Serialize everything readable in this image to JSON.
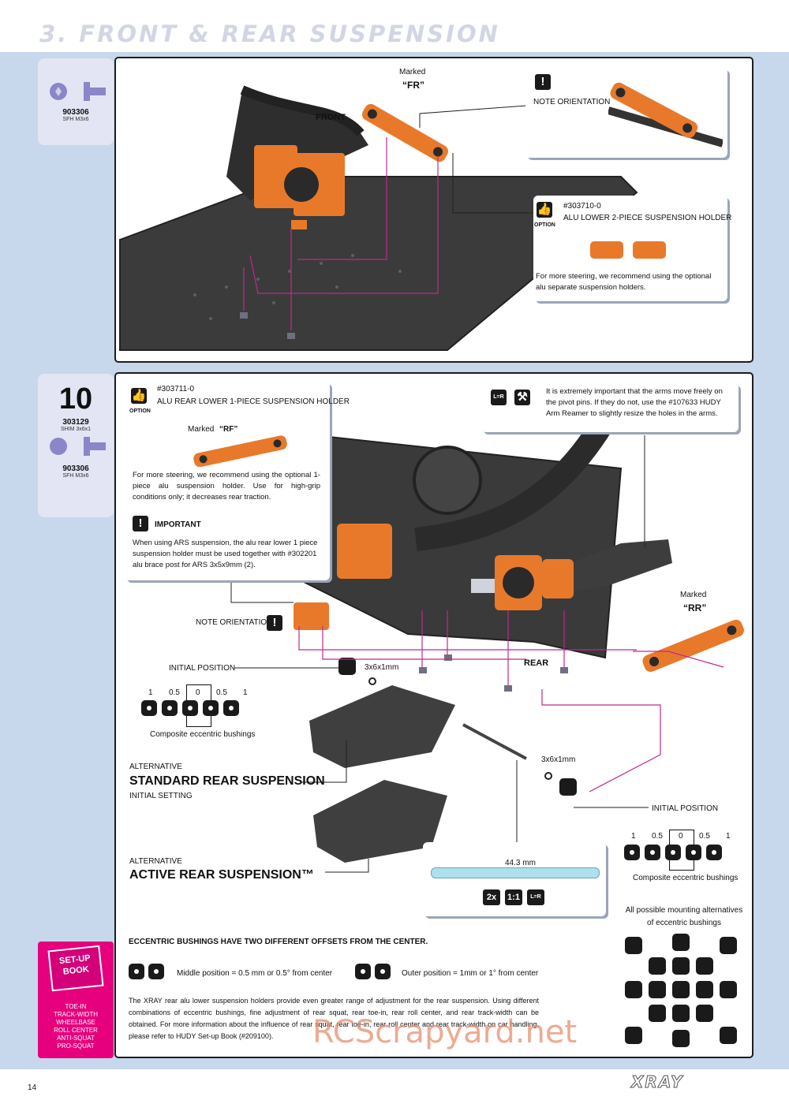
{
  "page": {
    "title": "3. FRONT & REAR SUSPENSION",
    "page_number": "14",
    "brand": "XRAY",
    "watermark": "RCScrapyard.net"
  },
  "top": {
    "part": {
      "number": "903306",
      "desc": "SFH M3x6"
    },
    "front_label": "FRONT",
    "marked_top": "Marked",
    "marked_code": "“FR”",
    "note_orientation": "NOTE ORIENTATION",
    "option": {
      "tag": "OPTION",
      "code": "#303710-0",
      "name": "ALU LOWER 2-PIECE SUSPENSION HOLDER",
      "text": "For more steering, we recommend using the optional alu separate suspension holders."
    }
  },
  "bottom": {
    "step_number": "10",
    "parts": [
      {
        "number": "303129",
        "desc": "SHIM 3x6x1"
      },
      {
        "number": "903306",
        "desc": "SFH M3x6"
      }
    ],
    "option": {
      "tag": "OPTION",
      "code": "#303711-0",
      "name": "ALU REAR LOWER 1-PIECE SUSPENSION HOLDER",
      "marked": "Marked",
      "marked_code": "“RF”",
      "text": "For more steering, we recommend using the optional 1-piece alu suspension holder. Use for high-grip conditions only; it decreases rear traction."
    },
    "important": {
      "title": "IMPORTANT",
      "text": "When using ARS suspension, the alu rear lower 1 piece suspension holder must be used together with #302201 alu brace post for ARS 3x5x9mm (2)."
    },
    "pivot_note": {
      "icon1": "L=R",
      "text": "It is extremely important that the arms move freely on the pivot pins. If they do not, use the #107633 HUDY Arm Reamer to slightly resize the holes in the arms."
    },
    "note_orientation": "NOTE ORIENTATION",
    "rear_label": "REAR",
    "marked": "Marked",
    "marked_code": "“RR”",
    "shim1": "3x6x1mm",
    "shim2": "3x6x1mm",
    "initial_position": "INITIAL POSITION",
    "initial_position2": "INITIAL POSITION",
    "scale": [
      "1",
      "0.5",
      "0",
      "0.5",
      "1"
    ],
    "composite": "Composite eccentric bushings",
    "composite2": "Composite eccentric bushings",
    "std_alt": "ALTERNATIVE",
    "std_title": "STANDARD REAR SUSPENSION",
    "std_sub": "INITIAL SETTING",
    "act_alt": "ALTERNATIVE",
    "act_title": "ACTIVE REAR SUSPENSION™",
    "pin_length": "44.3 mm",
    "qty": "2x",
    "ratio": "1:1",
    "lr": "L=R",
    "all_mounting": "All possible mounting alternatives of eccentric bushings",
    "ecc_title": "ECCENTRIC BUSHINGS HAVE TWO DIFFERENT OFFSETS FROM THE CENTER.",
    "middle_pos": "Middle position = 0.5 mm or 0.5° from center",
    "outer_pos": "Outer position = 1mm or 1° from center",
    "body_text": "The XRAY rear alu lower suspension holders provide even greater range of adjustment for the rear suspension. Using different combinations of eccentric bushings, fine adjustment of rear squat, rear toe-in, rear roll center, and rear track-width can be obtained. For more information about the influence of rear squat, rear toe-in, rear roll center and rear track-width on car handling, please refer to HUDY Set-up Book (#209100)."
  },
  "setup_book": {
    "title1": "SET-UP",
    "title2": "BOOK",
    "items": [
      "TOE-IN",
      "TRACK-WIDTH",
      "WHEELBASE",
      "ROLL CENTER",
      "ANTI-SQUAT",
      "PRO-SQUAT"
    ]
  },
  "colors": {
    "band": "#c7d7ec",
    "orange": "#e8792b",
    "carbon": "#3a3a3a",
    "magenta": "#c0288f"
  }
}
